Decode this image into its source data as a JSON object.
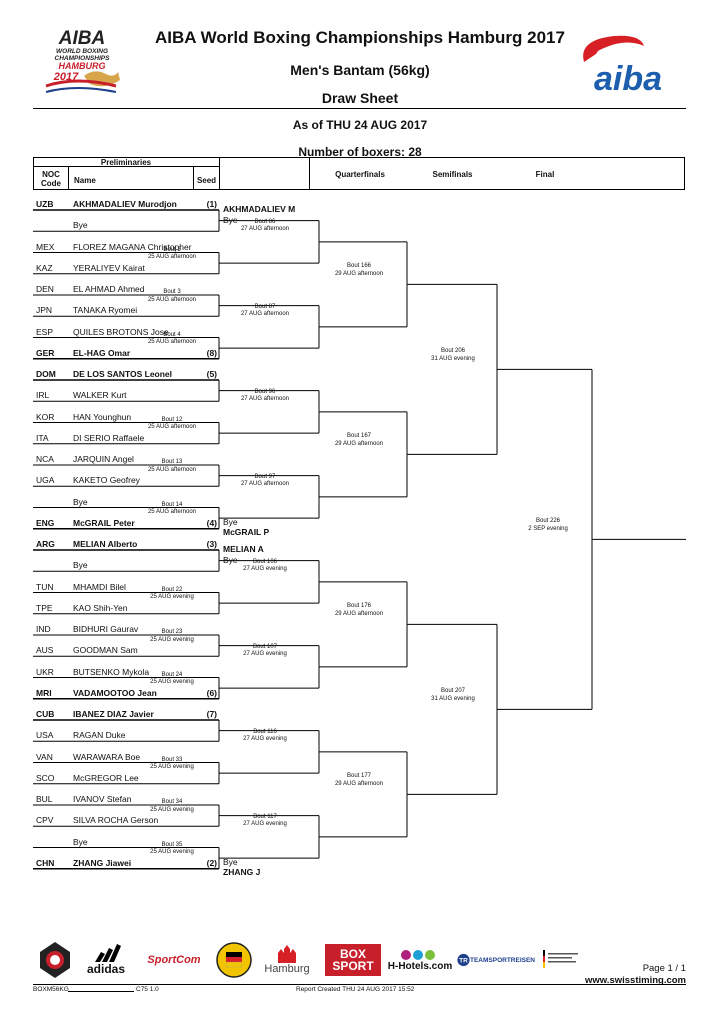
{
  "header": {
    "title": "AIBA World Boxing Championships Hamburg 2017",
    "event": "Men's Bantam (56kg)",
    "doc_type": "Draw Sheet",
    "as_of": "As of THU 24 AUG 2017",
    "num_boxers": "Number of boxers: 28"
  },
  "logos": {
    "left_lines": [
      "AIBA",
      "WORLD BOXING",
      "CHAMPIONSHIPS",
      "HAMBURG",
      "2017"
    ],
    "right": "aiba"
  },
  "columns": {
    "prelim": "Preliminaries",
    "noc": "NOC",
    "code": "Code",
    "name": "Name",
    "seed": "Seed",
    "qf": "Quarterfinals",
    "sf": "Semifinals",
    "final": "Final"
  },
  "entries": [
    {
      "noc": "UZB",
      "name": "AKHMADALIEV Murodjon",
      "seed": "(1)",
      "bold": true
    },
    {
      "noc": "",
      "name": "Bye",
      "seed": "",
      "bold": false
    },
    {
      "noc": "MEX",
      "name": "FLOREZ MAGANA Christopher",
      "seed": "",
      "bold": false
    },
    {
      "noc": "KAZ",
      "name": "YERALIYEV Kairat",
      "seed": "",
      "bold": false
    },
    {
      "noc": "DEN",
      "name": "EL AHMAD Ahmed",
      "seed": "",
      "bold": false
    },
    {
      "noc": "JPN",
      "name": "TANAKA Ryomei",
      "seed": "",
      "bold": false
    },
    {
      "noc": "ESP",
      "name": "QUILES BROTONS Jose",
      "seed": "",
      "bold": false
    },
    {
      "noc": "GER",
      "name": "EL-HAG Omar",
      "seed": "(8)",
      "bold": true
    },
    {
      "noc": "DOM",
      "name": "DE LOS SANTOS Leonel",
      "seed": "(5)",
      "bold": true
    },
    {
      "noc": "IRL",
      "name": "WALKER Kurt",
      "seed": "",
      "bold": false
    },
    {
      "noc": "KOR",
      "name": "HAN Younghun",
      "seed": "",
      "bold": false
    },
    {
      "noc": "ITA",
      "name": "DI SERIO Raffaele",
      "seed": "",
      "bold": false
    },
    {
      "noc": "NCA",
      "name": "JARQUIN Angel",
      "seed": "",
      "bold": false
    },
    {
      "noc": "UGA",
      "name": "KAKETO Geofrey",
      "seed": "",
      "bold": false
    },
    {
      "noc": "",
      "name": "Bye",
      "seed": "",
      "bold": false
    },
    {
      "noc": "ENG",
      "name": "McGRAIL Peter",
      "seed": "(4)",
      "bold": true
    },
    {
      "noc": "ARG",
      "name": "MELIAN Alberto",
      "seed": "(3)",
      "bold": true
    },
    {
      "noc": "",
      "name": "Bye",
      "seed": "",
      "bold": false
    },
    {
      "noc": "TUN",
      "name": "MHAMDI Bilel",
      "seed": "",
      "bold": false
    },
    {
      "noc": "TPE",
      "name": "KAO Shih-Yen",
      "seed": "",
      "bold": false
    },
    {
      "noc": "IND",
      "name": "BIDHURI Gaurav",
      "seed": "",
      "bold": false
    },
    {
      "noc": "AUS",
      "name": "GOODMAN Sam",
      "seed": "",
      "bold": false
    },
    {
      "noc": "UKR",
      "name": "BUTSENKO Mykola",
      "seed": "",
      "bold": false
    },
    {
      "noc": "MRI",
      "name": "VADAMOOTOO Jean",
      "seed": "(6)",
      "bold": true
    },
    {
      "noc": "CUB",
      "name": "IBANEZ DIAZ Javier",
      "seed": "(7)",
      "bold": true
    },
    {
      "noc": "USA",
      "name": "RAGAN Duke",
      "seed": "",
      "bold": false
    },
    {
      "noc": "VAN",
      "name": "WARAWARA Boe",
      "seed": "",
      "bold": false
    },
    {
      "noc": "SCO",
      "name": "McGREGOR Lee",
      "seed": "",
      "bold": false
    },
    {
      "noc": "BUL",
      "name": "IVANOV Stefan",
      "seed": "",
      "bold": false
    },
    {
      "noc": "CPV",
      "name": "SILVA ROCHA Gerson",
      "seed": "",
      "bold": false
    },
    {
      "noc": "",
      "name": "Bye",
      "seed": "",
      "bold": false
    },
    {
      "noc": "CHN",
      "name": "ZHANG Jiawei",
      "seed": "(2)",
      "bold": true
    }
  ],
  "prelim_bouts": [
    {
      "bout": "Bout 2",
      "time": "25 AUG afternoon"
    },
    {
      "bout": "Bout 3",
      "time": "25 AUG afternoon"
    },
    {
      "bout": "Bout 4",
      "time": "25 AUG afternoon"
    },
    {
      "bout": "Bout 12",
      "time": "25 AUG afternoon"
    },
    {
      "bout": "Bout 13",
      "time": "25 AUG afternoon"
    },
    {
      "bout": "Bout 14",
      "time": "25 AUG afternoon"
    },
    {
      "bout": "Bout 22",
      "time": "25 AUG evening"
    },
    {
      "bout": "Bout 23",
      "time": "25 AUG evening"
    },
    {
      "bout": "Bout 24",
      "time": "25 AUG evening"
    },
    {
      "bout": "Bout 33",
      "time": "25 AUG evening"
    },
    {
      "bout": "Bout 34",
      "time": "25 AUG evening"
    },
    {
      "bout": "Bout 35",
      "time": "25 AUG evening"
    }
  ],
  "r16": [
    {
      "bout": "Bout 86",
      "time": "27 AUG afternoon",
      "top_name": "AKHMADALIEV M",
      "top_bye": "Bye",
      "bottom_bye": "",
      "bottom_name": ""
    },
    {
      "bout": "Bout 87",
      "time": "27 AUG afternoon",
      "top_name": "",
      "top_bye": "",
      "bottom_bye": "",
      "bottom_name": ""
    },
    {
      "bout": "Bout 96",
      "time": "27 AUG afternoon",
      "top_name": "",
      "top_bye": "",
      "bottom_bye": "",
      "bottom_name": ""
    },
    {
      "bout": "Bout 97",
      "time": "27 AUG afternoon",
      "top_name": "",
      "top_bye": "",
      "bottom_bye": "Bye",
      "bottom_name": "McGRAIL P"
    },
    {
      "bout": "Bout 106",
      "time": "27 AUG evening",
      "top_name": "MELIAN A",
      "top_bye": "Bye",
      "bottom_bye": "",
      "bottom_name": ""
    },
    {
      "bout": "Bout 107",
      "time": "27 AUG evening",
      "top_name": "",
      "top_bye": "",
      "bottom_bye": "",
      "bottom_name": ""
    },
    {
      "bout": "Bout 116",
      "time": "27 AUG evening",
      "top_name": "",
      "top_bye": "",
      "bottom_bye": "",
      "bottom_name": ""
    },
    {
      "bout": "Bout 117",
      "time": "27 AUG evening",
      "top_name": "",
      "top_bye": "",
      "bottom_bye": "Bye",
      "bottom_name": "ZHANG J"
    }
  ],
  "qf": [
    {
      "bout": "Bout 166",
      "time": "29 AUG afternoon"
    },
    {
      "bout": "Bout 167",
      "time": "29 AUG afternoon"
    },
    {
      "bout": "Bout 176",
      "time": "29 AUG afternoon"
    },
    {
      "bout": "Bout 177",
      "time": "29 AUG afternoon"
    }
  ],
  "sf": [
    {
      "bout": "Bout 206",
      "time": "31 AUG evening"
    },
    {
      "bout": "Bout 207",
      "time": "31 AUG evening"
    }
  ],
  "final": {
    "bout": "Bout 226",
    "time": "2 SEP evening"
  },
  "footer": {
    "sponsors": [
      "adidas",
      "SportCom",
      "Hamburg",
      "BOX SPORT",
      "H-Hotels.com",
      "TEAMSPORTREISEN"
    ],
    "page": "Page 1 / 1",
    "website": "www.swisstiming.com",
    "code_left": "BOXM56KG",
    "code_mid": "C75 1.0",
    "report": "Report Created  THU 24 AUG 2017 15:52"
  }
}
